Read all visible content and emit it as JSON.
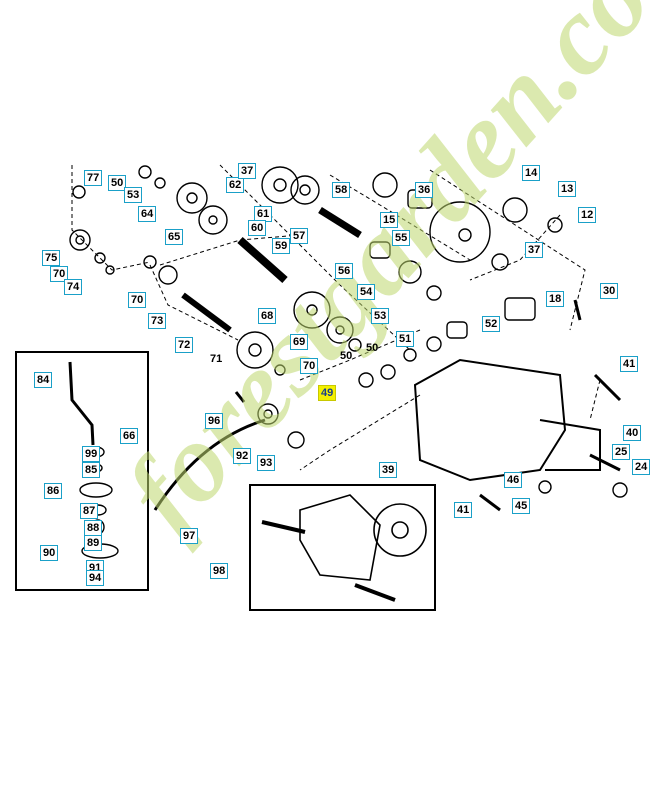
{
  "watermark": "forestgarden.com",
  "highlighted_label": "49",
  "callouts": [
    "77",
    "50",
    "53",
    "64",
    "62",
    "37",
    "58",
    "36",
    "14",
    "13",
    "12",
    "15",
    "61",
    "60",
    "55",
    "65",
    "59",
    "57",
    "37",
    "75",
    "70",
    "74",
    "56",
    "70",
    "73",
    "54",
    "18",
    "30",
    "68",
    "53",
    "52",
    "72",
    "69",
    "70",
    "51",
    "50",
    "50",
    "71",
    "84",
    "49",
    "41",
    "66",
    "96",
    "99",
    "85",
    "92",
    "93",
    "86",
    "40",
    "39",
    "25",
    "46",
    "24",
    "87",
    "45",
    "41",
    "97",
    "88",
    "89",
    "98",
    "90",
    "91",
    "94"
  ],
  "colors": {
    "callout_border": "#1aa0c8",
    "highlight": "#f3f000",
    "watermark": "#bed76e"
  }
}
